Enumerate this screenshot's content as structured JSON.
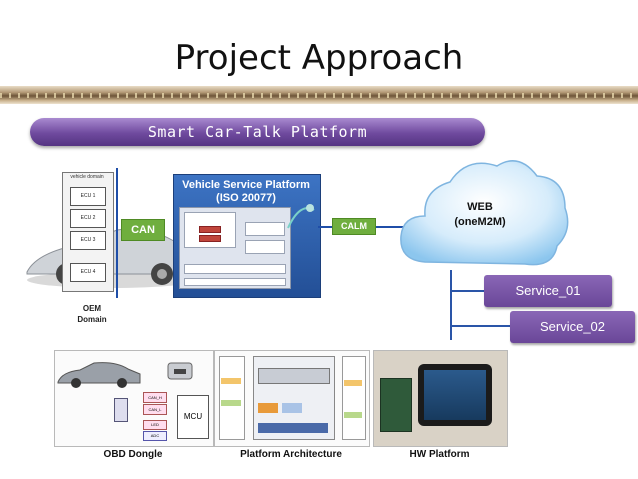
{
  "slide": {
    "title": "Project Approach",
    "platform_bar": "Smart Car-Talk Platform"
  },
  "vehicle_domain": {
    "label": "vehicle domain",
    "ecus": [
      "ECU 1",
      "ECU 2",
      "ECU 3",
      "ECU 4"
    ],
    "oem_label_line1": "OEM",
    "oem_label_line2": "Domain"
  },
  "can_label": "CAN",
  "vehicle_service_platform": {
    "title_line1": "Vehicle Service Platform",
    "title_line2": "(ISO 20077)"
  },
  "calm_label": "CALM",
  "web": {
    "line1": "WEB",
    "line2": "(oneM2M)"
  },
  "services": [
    "Service_01",
    "Service_02"
  ],
  "bottom_captions": {
    "obd": "OBD Dongle",
    "architecture": "Platform Architecture",
    "hw": "HW Platform"
  },
  "obd_panel": {
    "mcu": "MCU",
    "chips": [
      "CAN_H",
      "CAN_L",
      "LED",
      "ADC"
    ]
  },
  "colors": {
    "purple_bar": "#6f4a9e",
    "can_green": "#6fae3e",
    "vsp_blue": "#2c5ea8",
    "service_purple": "#7a56a8"
  }
}
